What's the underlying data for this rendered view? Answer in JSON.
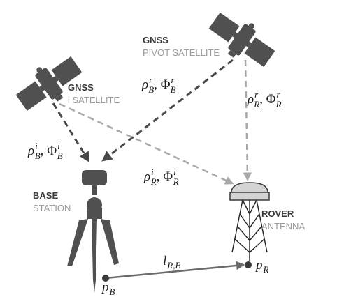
{
  "labels": {
    "pivot_satellite": {
      "title": "GNSS",
      "subtitle": "PIVOT SATELLITE"
    },
    "i_satellite": {
      "title": "GNSS",
      "subtitle": "i SATELLITE"
    },
    "base_station": {
      "title": "BASE",
      "subtitle": "STATION"
    },
    "rover_antenna": {
      "title": "ROVER",
      "subtitle": "ANTENNA"
    }
  },
  "math": {
    "base_pivot": {
      "rho": "ρ",
      "rho_sup": "r",
      "rho_sub": "B",
      "sep": ", ",
      "phi": "Φ",
      "phi_sup": "r",
      "phi_sub": "B"
    },
    "rover_pivot": {
      "rho": "ρ",
      "rho_sup": "r",
      "rho_sub": "R",
      "sep": ", ",
      "phi": "Φ",
      "phi_sup": "r",
      "phi_sub": "R"
    },
    "base_i": {
      "rho": "ρ",
      "rho_sup": "i",
      "rho_sub": "B",
      "sep": ", ",
      "phi": "Φ",
      "phi_sup": "i",
      "phi_sub": "B"
    },
    "rover_i": {
      "rho": "ρ",
      "rho_sup": "i",
      "rho_sub": "R",
      "sep": ", ",
      "phi": "Φ",
      "phi_sup": "i",
      "phi_sub": "R"
    },
    "baseline": {
      "main": "l",
      "sub": "R,B"
    },
    "p_base": {
      "main": "p",
      "sub": "B"
    },
    "p_rover": {
      "main": "p",
      "sub": "R"
    }
  },
  "colors": {
    "dark_line": "#4a4a4a",
    "light_line": "#a8a8a8",
    "device": "#505050",
    "rover_dome": "#d4d4d4"
  }
}
